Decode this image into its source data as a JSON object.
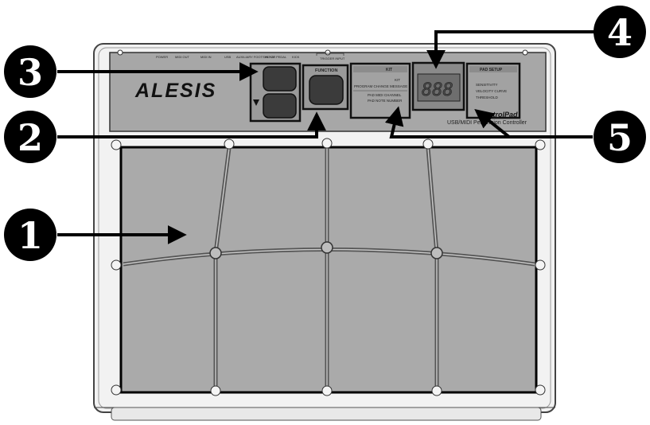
{
  "brand": {
    "logo": "ALESIS"
  },
  "rear_labels": [
    "POWER",
    "MIDI OUT",
    "MIDI IN",
    "USB",
    "AUXILIARY FOOTSWITCH",
    "HI-HAT PEDAL",
    "KICK",
    "TRIGGER INPUT"
  ],
  "function_button": {
    "label": "FUNCTION"
  },
  "kit_panel": {
    "title": "KIT",
    "lines": [
      "KIT",
      "PROGRAM CHANGE MESSAGE",
      "PAD MIDI CHANNEL",
      "PAD NOTE NUMBER"
    ]
  },
  "display": {
    "digits": "888"
  },
  "pad_setup_panel": {
    "title": "PAD SETUP",
    "lines": [
      "SENSITIVITY",
      "VELOCITY CURVE",
      "THRESHOLD"
    ]
  },
  "product": {
    "name": "ControlPad",
    "subtitle": "USB/MIDI Percussion Controller"
  },
  "callouts": [
    {
      "number": "1"
    },
    {
      "number": "2"
    },
    {
      "number": "3"
    },
    {
      "number": "4"
    },
    {
      "number": "5"
    }
  ],
  "colors": {
    "panel": "#a9a9a9",
    "pad": "#aaaaaa",
    "outline": "#000000",
    "callout": "#000000"
  }
}
